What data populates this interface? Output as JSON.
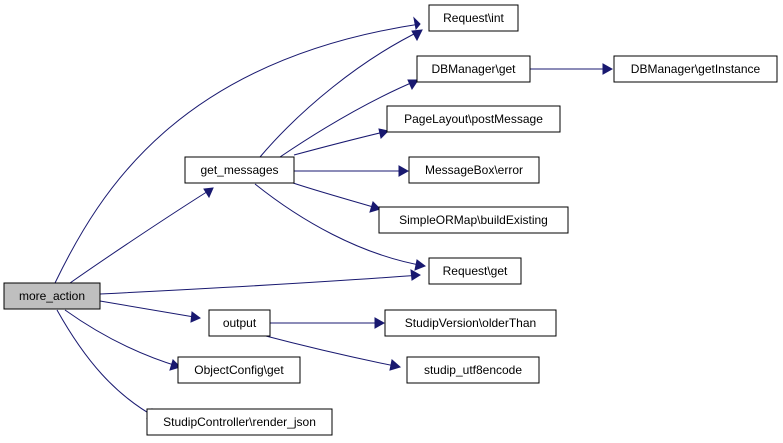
{
  "diagram": {
    "colors": {
      "edge": "#191970",
      "root_fill": "#bfbfbf",
      "node_fill": "#ffffff",
      "node_border": "#000000"
    },
    "nodes": [
      {
        "id": "more_action",
        "label": "more_action",
        "root": true
      },
      {
        "id": "get_messages",
        "label": "get_messages"
      },
      {
        "id": "output",
        "label": "output"
      },
      {
        "id": "objectconfig_get",
        "label": "ObjectConfig\\get"
      },
      {
        "id": "render_json",
        "label": "StudipController\\render_json"
      },
      {
        "id": "request_int",
        "label": "Request\\int"
      },
      {
        "id": "dbmanager_get",
        "label": "DBManager\\get"
      },
      {
        "id": "dbmanager_getinstance",
        "label": "DBManager\\getInstance"
      },
      {
        "id": "postmessage",
        "label": "PageLayout\\postMessage"
      },
      {
        "id": "messagebox_error",
        "label": "MessageBox\\error"
      },
      {
        "id": "buildexisting",
        "label": "SimpleORMap\\buildExisting"
      },
      {
        "id": "request_get",
        "label": "Request\\get"
      },
      {
        "id": "olderthan",
        "label": "StudipVersion\\olderThan"
      },
      {
        "id": "utf8encode",
        "label": "studip_utf8encode"
      }
    ],
    "edges": [
      {
        "from": "more_action",
        "to": "request_int"
      },
      {
        "from": "more_action",
        "to": "get_messages"
      },
      {
        "from": "more_action",
        "to": "request_get"
      },
      {
        "from": "more_action",
        "to": "output"
      },
      {
        "from": "more_action",
        "to": "objectconfig_get"
      },
      {
        "from": "more_action",
        "to": "render_json"
      },
      {
        "from": "get_messages",
        "to": "request_int"
      },
      {
        "from": "get_messages",
        "to": "dbmanager_get"
      },
      {
        "from": "get_messages",
        "to": "postmessage"
      },
      {
        "from": "get_messages",
        "to": "messagebox_error"
      },
      {
        "from": "get_messages",
        "to": "buildexisting"
      },
      {
        "from": "get_messages",
        "to": "request_get"
      },
      {
        "from": "dbmanager_get",
        "to": "dbmanager_getinstance"
      },
      {
        "from": "output",
        "to": "olderthan"
      },
      {
        "from": "output",
        "to": "utf8encode"
      }
    ]
  }
}
